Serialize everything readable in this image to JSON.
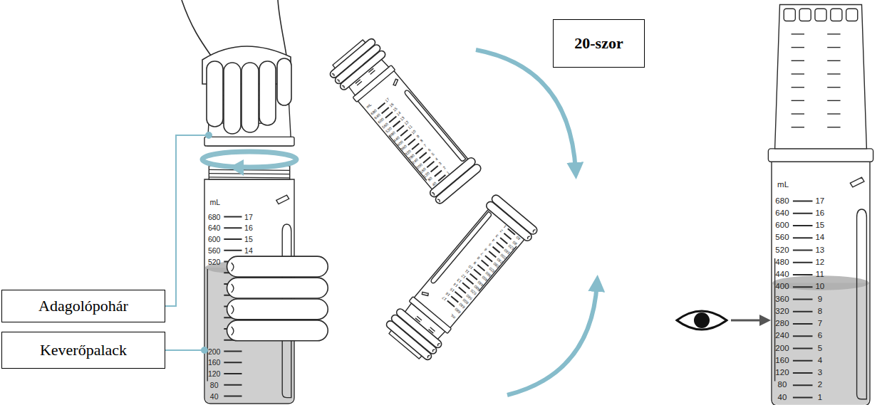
{
  "diagram": {
    "nodes": [
      {
        "text": [
          "Adagolópohár"
        ]
      },
      {
        "text": [
          "Keverőpalack"
        ]
      },
      {
        "text": [
          "20-szor"
        ]
      }
    ],
    "labels": [
      "mL",
      "680",
      "640",
      "600",
      "560",
      "520",
      "17",
      "16",
      "15",
      "14",
      "200",
      "160",
      "120",
      "80",
      "40",
      "mL",
      "680",
      "640",
      "600",
      "560",
      "520",
      "480",
      "440",
      "400",
      "360",
      "320",
      "280",
      "240",
      "200",
      "160",
      "120",
      "80",
      "40",
      "17",
      "16",
      "15",
      "14",
      "13",
      "12",
      "11",
      "10",
      "9",
      "8",
      "7",
      "6",
      "5",
      "4",
      "3",
      "2",
      "1",
      "mL",
      "680",
      "640",
      "600",
      "560",
      "520",
      "480",
      "440",
      "400",
      "360",
      "320",
      "280",
      "240",
      "200",
      "160",
      "120",
      "80",
      "40",
      "17",
      "16",
      "15",
      "14",
      "13",
      "12",
      "11",
      "10",
      "9",
      "8",
      "7",
      "6",
      "5",
      "4",
      "3",
      "2",
      "1",
      "mL",
      "680",
      "640",
      "600",
      "560",
      "520",
      "480",
      "440",
      "400",
      "360",
      "320",
      "280",
      "240",
      "200",
      "160",
      "120",
      "80",
      "40",
      "17",
      "16",
      "15",
      "14",
      "13",
      "12",
      "11",
      "10",
      "9",
      "8",
      "7",
      "6",
      "5",
      "4",
      "3",
      "2",
      "1"
    ]
  }
}
